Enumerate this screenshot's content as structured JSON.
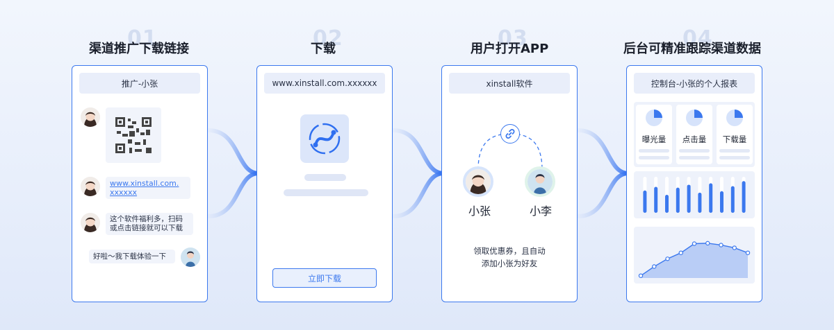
{
  "steps": [
    {
      "num": "01",
      "title": "渠道推广下载链接"
    },
    {
      "num": "02",
      "title": "下载"
    },
    {
      "num": "03",
      "title": "用户打开APP"
    },
    {
      "num": "04",
      "title": "后台可精准跟踪渠道数据"
    }
  ],
  "card1": {
    "header": "推广-小张",
    "link_line1": "www.xinstall.com.",
    "link_line2": "xxxxxx",
    "message_line1": "这个软件福利多，扫码",
    "message_line2": "或点击链接就可以下载",
    "reply": "好啦～我下载体验一下"
  },
  "card2": {
    "url": "www.xinstall.com.xxxxxx",
    "download_button": "立即下载"
  },
  "card3": {
    "app_name": "xinstall软件",
    "person_a": "小张",
    "person_b": "小李",
    "note_line1": "领取优惠券，且自动",
    "note_line2": "添加小张为好友"
  },
  "card4": {
    "header": "控制台-小张的个人报表",
    "stats": [
      "曝光量",
      "点击量",
      "下载量"
    ],
    "bar_values": [
      0.62,
      0.72,
      0.5,
      0.7,
      0.78,
      0.56,
      0.82,
      0.6,
      0.74,
      0.88
    ],
    "line_values": [
      0.05,
      0.25,
      0.42,
      0.55,
      0.75,
      0.76,
      0.72,
      0.66,
      0.55
    ]
  },
  "colors": {
    "accent": "#3b78ee",
    "soft": "#e9eefa",
    "title": "#1a1f2b"
  },
  "icons": [
    "qr-code-icon",
    "xinstall-logo-icon",
    "link-icon",
    "pie-icon",
    "arrow-icon"
  ]
}
